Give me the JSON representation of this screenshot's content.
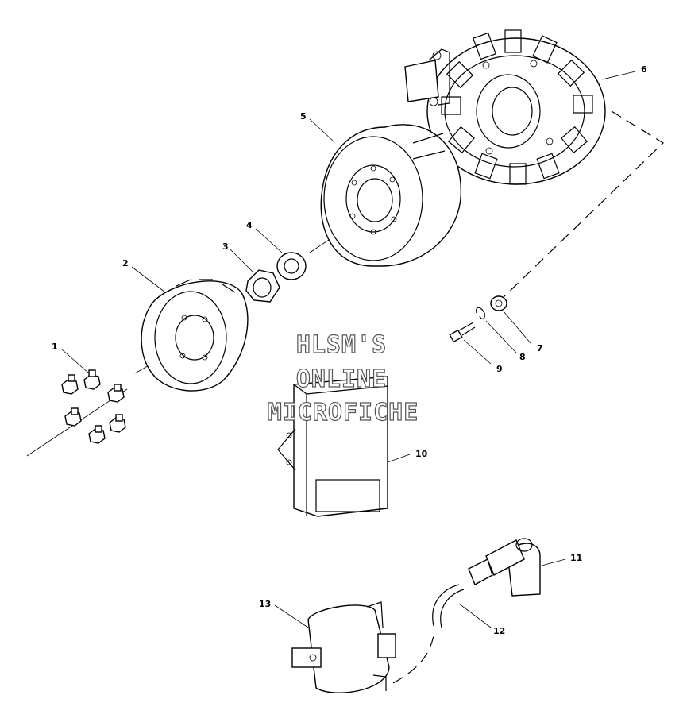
{
  "callouts": [
    {
      "label": "1"
    },
    {
      "label": "2"
    },
    {
      "label": "3"
    },
    {
      "label": "4"
    },
    {
      "label": "5"
    },
    {
      "label": "6"
    },
    {
      "label": "7"
    },
    {
      "label": "8"
    },
    {
      "label": "9"
    },
    {
      "label": "10"
    },
    {
      "label": "11"
    },
    {
      "label": "12"
    },
    {
      "label": "13"
    }
  ],
  "watermark": {
    "line1": "HLSM'S",
    "line2": "ONLINE",
    "line3": "MICROFICHE"
  }
}
